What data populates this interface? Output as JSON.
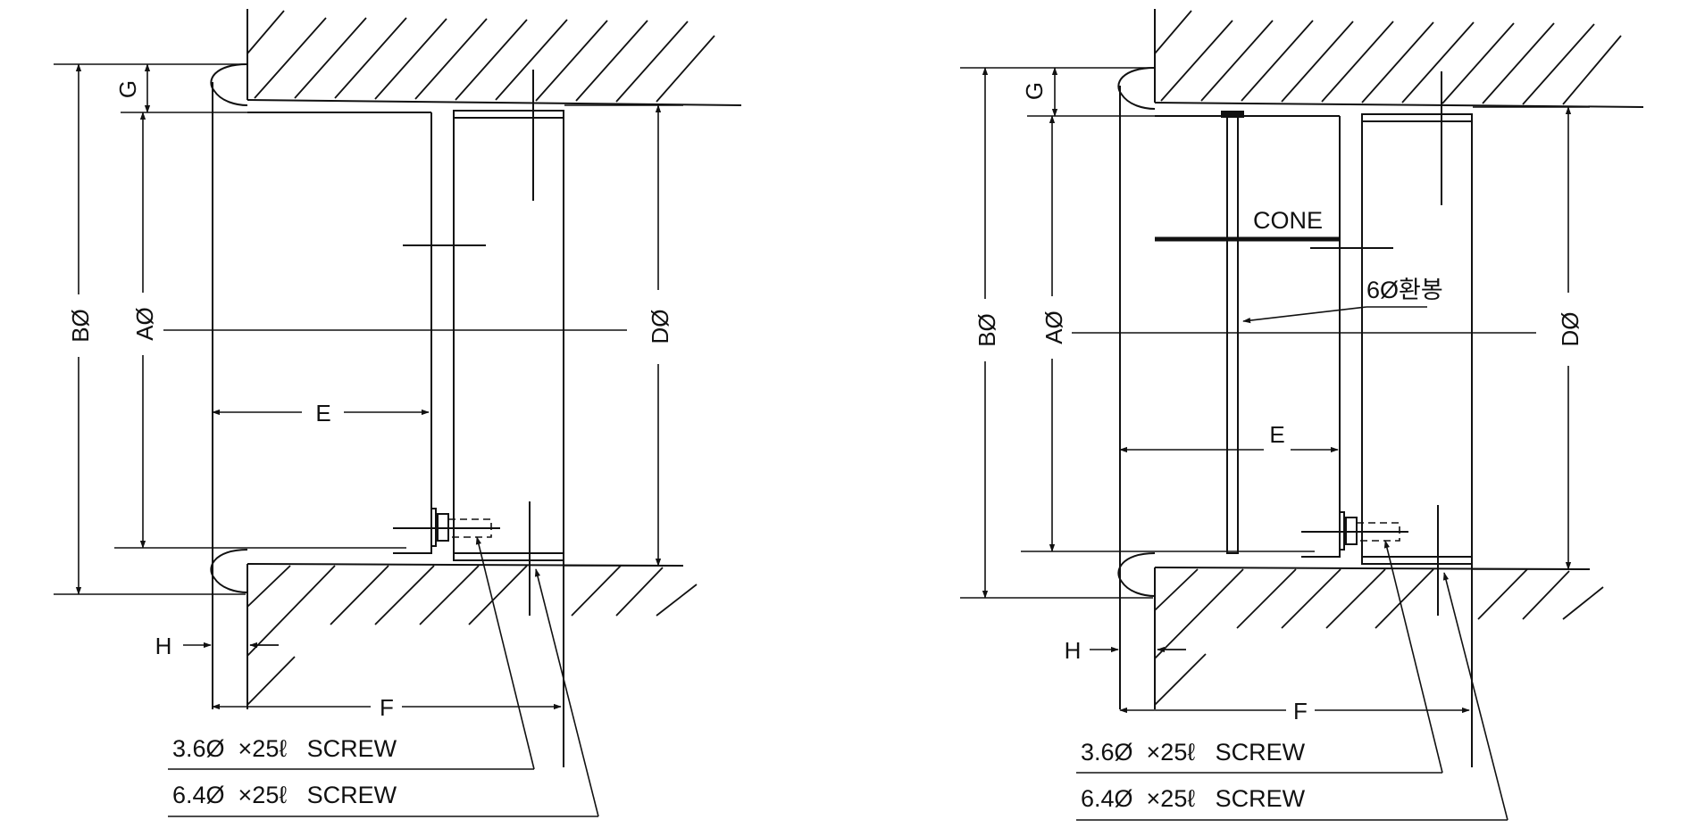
{
  "views": {
    "left": {
      "labels": {
        "g": "G",
        "a": "AØ",
        "b": "BØ",
        "d": "DØ",
        "e": "E",
        "f": "F",
        "h": "H"
      },
      "notes": {
        "screw_small": "3.6Ø  ×25ℓ   SCREW",
        "screw_large": "6.4Ø  ×25ℓ   SCREW"
      }
    },
    "right": {
      "labels": {
        "g": "G",
        "a": "AØ",
        "b": "BØ",
        "d": "DØ",
        "e": "E",
        "f": "F",
        "h": "H",
        "cone": "CONE",
        "rod": "6Ø환봉"
      },
      "notes": {
        "screw_small": "3.6Ø  ×25ℓ   SCREW",
        "screw_large": "6.4Ø  ×25ℓ   SCREW"
      }
    }
  },
  "colors": {
    "line": "#111111",
    "background": "#ffffff"
  }
}
